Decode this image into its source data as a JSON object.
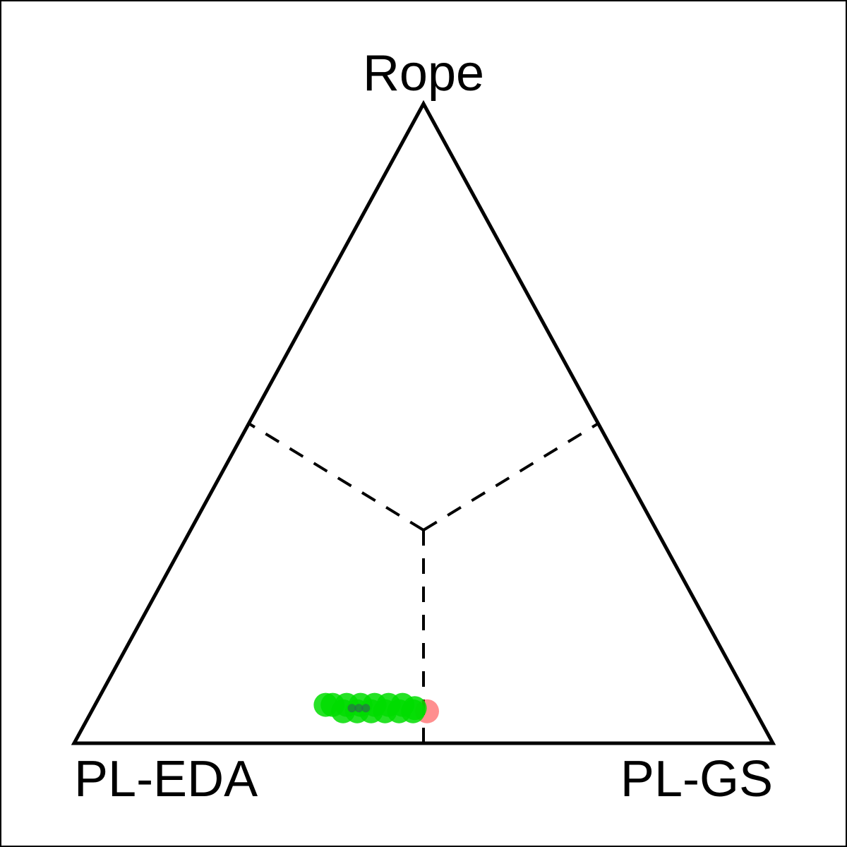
{
  "chart_data": {
    "type": "scatter",
    "subtype": "ternary",
    "axes": {
      "top": "Rope",
      "left": "PL-EDA",
      "right": "PL-GS"
    },
    "reference_lines": "dashed lines from centroid to each side midpoint",
    "series": [
      {
        "color": "#ff3333",
        "points": [
          {
            "Rope": 0.05,
            "PL-EDA": 0.47,
            "PL-GS": 0.48
          }
        ]
      },
      {
        "color": "#00dd00",
        "points": [
          {
            "Rope": 0.06,
            "PL-EDA": 0.61,
            "PL-GS": 0.33
          },
          {
            "Rope": 0.06,
            "PL-EDA": 0.6,
            "PL-GS": 0.34
          },
          {
            "Rope": 0.05,
            "PL-EDA": 0.59,
            "PL-GS": 0.36
          },
          {
            "Rope": 0.06,
            "PL-EDA": 0.58,
            "PL-GS": 0.36
          },
          {
            "Rope": 0.05,
            "PL-EDA": 0.57,
            "PL-GS": 0.38
          },
          {
            "Rope": 0.06,
            "PL-EDA": 0.56,
            "PL-GS": 0.38
          },
          {
            "Rope": 0.05,
            "PL-EDA": 0.55,
            "PL-GS": 0.4
          },
          {
            "Rope": 0.06,
            "PL-EDA": 0.54,
            "PL-GS": 0.4
          },
          {
            "Rope": 0.05,
            "PL-EDA": 0.53,
            "PL-GS": 0.42
          },
          {
            "Rope": 0.06,
            "PL-EDA": 0.52,
            "PL-GS": 0.42
          },
          {
            "Rope": 0.05,
            "PL-EDA": 0.51,
            "PL-GS": 0.44
          },
          {
            "Rope": 0.06,
            "PL-EDA": 0.5,
            "PL-GS": 0.44
          },
          {
            "Rope": 0.05,
            "PL-EDA": 0.49,
            "PL-GS": 0.46
          },
          {
            "Rope": 0.055,
            "PL-EDA": 0.485,
            "PL-GS": 0.46
          }
        ]
      },
      {
        "color": "#2f5f55",
        "points": [
          {
            "Rope": 0.055,
            "PL-EDA": 0.575,
            "PL-GS": 0.37
          },
          {
            "Rope": 0.055,
            "PL-EDA": 0.565,
            "PL-GS": 0.38
          },
          {
            "Rope": 0.055,
            "PL-EDA": 0.555,
            "PL-GS": 0.39
          }
        ]
      }
    ]
  }
}
